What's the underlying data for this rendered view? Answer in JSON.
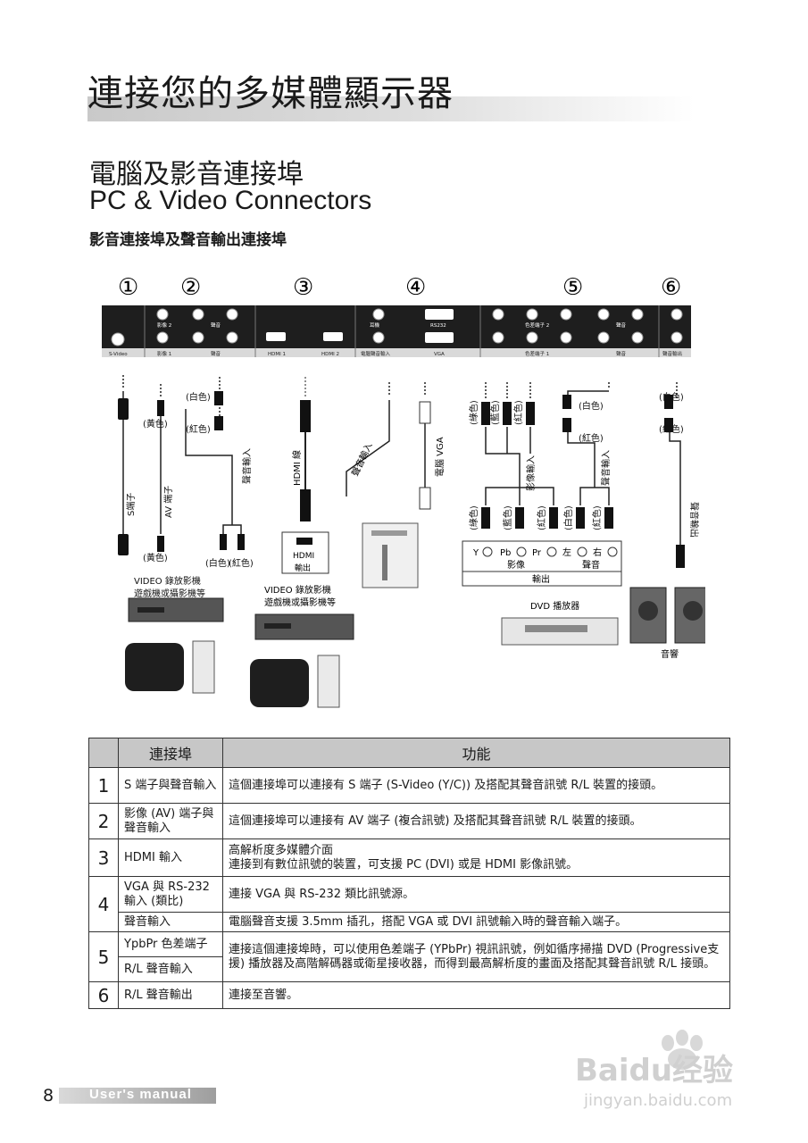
{
  "page": {
    "title": "連接您的多媒體顯示器",
    "section_title_zh": "電腦及影音連接埠",
    "section_title_en": "PC & Video Connectors",
    "section_subtitle": "影音連接埠及聲音輸出連接埠"
  },
  "diagram": {
    "markers": [
      "①",
      "②",
      "③",
      "④",
      "⑤",
      "⑥"
    ],
    "panel_labels": {
      "svideo": "S-Video",
      "video2": "影像 2",
      "audio_a": "聲音",
      "video1": "影像 1",
      "audio_b": "聲音",
      "hdmi1": "HDMI 1",
      "hdmi2": "HDMI 2",
      "earphone": "耳機",
      "pc_audio_in": "電腦聲音輸入",
      "rs232": "RS232",
      "vga": "VGA",
      "component2": "色差端子 2",
      "audio_c": "聲音",
      "component1": "色差端子 1",
      "audio_d": "聲音",
      "audio_out": "聲音輸出"
    },
    "cable_labels": {
      "white": "(白色)",
      "red": "(紅色)",
      "yellow": "(黃色)",
      "green": "(綠色)",
      "blue": "(藍色)",
      "s_terminal": "S端子",
      "av_terminal": "AV 端子",
      "audio_in": "聲音輸入",
      "hdmi_cable": "HDMI 線",
      "audio_in_vertical": "聲音輸入",
      "pc_vga": "電腦 VGA",
      "video_in": "影像輸入",
      "audio_in_2": "聲音輸入",
      "audio_out": "聲音輸出"
    },
    "devices": {
      "vcr_a_line1": "VIDEO 錄放影機",
      "vcr_a_line2": "遊戲機或攝影機等",
      "vcr_b_line1": "VIDEO 錄放影機",
      "vcr_b_line2": "遊戲機或攝影機等",
      "hdmi_box_label": "HDMI",
      "hdmi_box_out": "輸出",
      "dvd_ports": [
        "Y",
        "Pb",
        "Pr",
        "左",
        "右"
      ],
      "dvd_video": "影像",
      "dvd_audio": "聲音",
      "dvd_out": "輸出",
      "dvd_player": "DVD 播放器",
      "speakers": "音響"
    }
  },
  "table": {
    "headers": [
      "",
      "連接埠",
      "功能"
    ],
    "rows": [
      {
        "num": "1",
        "name": "S 端子與聲音輸入",
        "func": "這個連接埠可以連接有 S 端子 (S-Video (Y/C)) 及搭配其聲音訊號 R/L 裝置的接頭。"
      },
      {
        "num": "2",
        "name": "影像 (AV) 端子與聲音輸入",
        "func": "這個連接埠可以連接有 AV 端子 (複合訊號) 及搭配其聲音訊號 R/L 裝置的接頭。"
      },
      {
        "num": "3",
        "name": "HDMI 輸入",
        "func_line1": "高解析度多媒體介面",
        "func_line2": "連接到有數位訊號的裝置，可支援 PC (DVI) 或是 HDMI 影像訊號。"
      },
      {
        "num": "4",
        "name_a": "VGA 與 RS-232 輸入 (類比)",
        "func_a": "連接 VGA 與 RS-232 類比訊號源。",
        "name_b": "聲音輸入",
        "func_b": "電腦聲音支援 3.5mm 插孔，搭配 VGA 或 DVI 訊號輸入時的聲音輸入端子。"
      },
      {
        "num": "5",
        "name_a": "YpbPr 色差端子",
        "name_b": "R/L 聲音輸入",
        "func": "連接這個連接埠時，可以使用色差端子 (YPbPr) 視訊訊號，例如循序掃描 DVD (Progressive支援) 播放器及高階解碼器或衛星接收器，而得到最高解析度的畫面及搭配其聲音訊號 R/L 接頭。"
      },
      {
        "num": "6",
        "name": "R/L 聲音輸出",
        "func": "連接至音響。"
      }
    ]
  },
  "footer": {
    "page_number": "8",
    "manual_label": "User's manual"
  },
  "watermark": {
    "brand": "Baidu经验",
    "url": "jingyan.baidu.com"
  }
}
